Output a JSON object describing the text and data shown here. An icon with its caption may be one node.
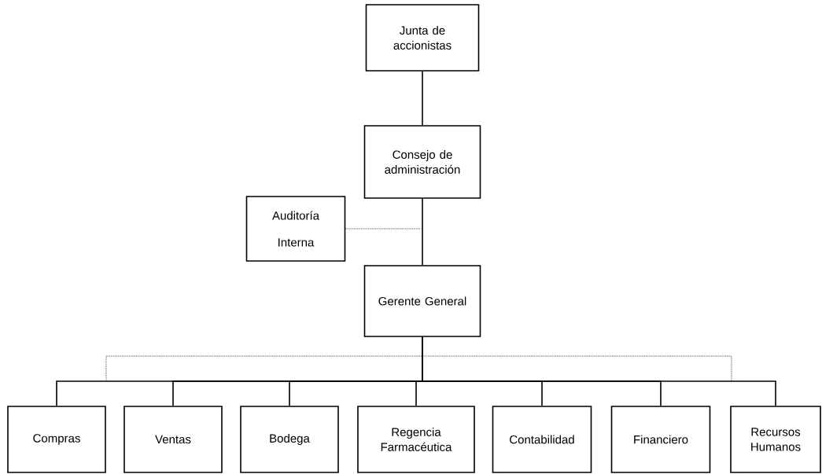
{
  "diagram": {
    "nodes": [
      {
        "text": [
          "Junta de accionistas"
        ]
      },
      {
        "text": [
          "Consejo de administración"
        ]
      },
      {
        "text": [
          "Auditoría Interna"
        ]
      },
      {
        "text": [
          "Gerente General"
        ]
      },
      {
        "text": [
          "Compras"
        ]
      },
      {
        "text": [
          "Ventas"
        ]
      },
      {
        "text": [
          "Bodega"
        ]
      },
      {
        "text": [
          "Regencia Farmacéutica"
        ]
      },
      {
        "text": [
          "Contabilidad"
        ]
      },
      {
        "text": [
          "Financiero"
        ]
      },
      {
        "text": [
          "Recursos Humanos"
        ]
      }
    ],
    "edges": [
      {
        "from": 0,
        "to": 1,
        "arrow": "none"
      },
      {
        "from": 1,
        "to": 3,
        "arrow": "none"
      },
      {
        "from": 2,
        "to": null,
        "arrow": "none",
        "style": "dashed"
      },
      {
        "from": 3,
        "to": 4,
        "arrow": "none"
      },
      {
        "from": 3,
        "to": 5,
        "arrow": "none"
      },
      {
        "from": 3,
        "to": 6,
        "arrow": "none"
      },
      {
        "from": 3,
        "to": 7,
        "arrow": "none"
      },
      {
        "from": 3,
        "to": 8,
        "arrow": "none"
      },
      {
        "from": 3,
        "to": 9,
        "arrow": "none"
      },
      {
        "from": 3,
        "to": 10,
        "arrow": "none"
      }
    ]
  }
}
